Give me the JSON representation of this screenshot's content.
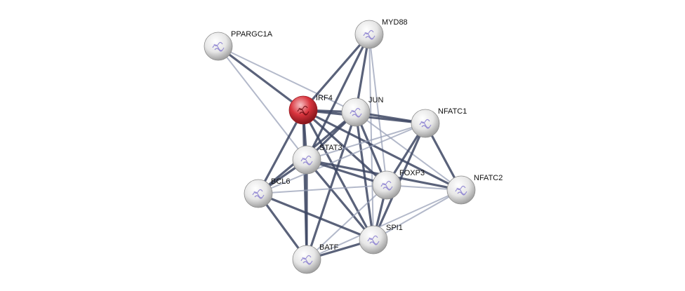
{
  "network": {
    "query_node": "IRF4",
    "colors": {
      "query_node": "#d9343d",
      "node": "#d4d4d4",
      "edge_strong": "#3d4663",
      "edge_weak": "#9aa2b8",
      "label": "#111111"
    },
    "nodes": [
      {
        "id": "PPARGC1A",
        "label": "PPARGC1A",
        "icon": "protein-structure-icon"
      },
      {
        "id": "MYD88",
        "label": "MYD88",
        "icon": "protein-structure-icon"
      },
      {
        "id": "IRF4",
        "label": "IRF4",
        "icon": "protein-structure-icon"
      },
      {
        "id": "JUN",
        "label": "JUN",
        "icon": "protein-structure-icon"
      },
      {
        "id": "NFATC1",
        "label": "NFATC1",
        "icon": "protein-structure-icon"
      },
      {
        "id": "STAT3",
        "label": "STAT3",
        "icon": "protein-structure-icon"
      },
      {
        "id": "FOXP3",
        "label": "FOXP3",
        "icon": "protein-structure-icon"
      },
      {
        "id": "NFATC2",
        "label": "NFATC2",
        "icon": "protein-structure-icon"
      },
      {
        "id": "BCL6",
        "label": "BCL6",
        "icon": "protein-structure-icon"
      },
      {
        "id": "SPI1",
        "label": "SPI1",
        "icon": "protein-structure-icon"
      },
      {
        "id": "BATF",
        "label": "BATF",
        "icon": "protein-structure-icon"
      }
    ],
    "edges": [
      {
        "source": "PPARGC1A",
        "target": "IRF4",
        "strength": "strong"
      },
      {
        "source": "PPARGC1A",
        "target": "JUN",
        "strength": "weak"
      },
      {
        "source": "PPARGC1A",
        "target": "STAT3",
        "strength": "weak"
      },
      {
        "source": "MYD88",
        "target": "IRF4",
        "strength": "strong"
      },
      {
        "source": "MYD88",
        "target": "JUN",
        "strength": "strong"
      },
      {
        "source": "MYD88",
        "target": "STAT3",
        "strength": "strong"
      },
      {
        "source": "MYD88",
        "target": "FOXP3",
        "strength": "weak"
      },
      {
        "source": "MYD88",
        "target": "SPI1",
        "strength": "weak"
      },
      {
        "source": "IRF4",
        "target": "JUN",
        "strength": "strong"
      },
      {
        "source": "IRF4",
        "target": "NFATC1",
        "strength": "strong"
      },
      {
        "source": "IRF4",
        "target": "STAT3",
        "strength": "strong"
      },
      {
        "source": "IRF4",
        "target": "FOXP3",
        "strength": "strong"
      },
      {
        "source": "IRF4",
        "target": "NFATC2",
        "strength": "strong"
      },
      {
        "source": "IRF4",
        "target": "BCL6",
        "strength": "strong"
      },
      {
        "source": "IRF4",
        "target": "SPI1",
        "strength": "strong"
      },
      {
        "source": "IRF4",
        "target": "BATF",
        "strength": "strong"
      },
      {
        "source": "JUN",
        "target": "NFATC1",
        "strength": "strong"
      },
      {
        "source": "JUN",
        "target": "STAT3",
        "strength": "strong"
      },
      {
        "source": "JUN",
        "target": "FOXP3",
        "strength": "strong"
      },
      {
        "source": "JUN",
        "target": "NFATC2",
        "strength": "weak"
      },
      {
        "source": "JUN",
        "target": "BCL6",
        "strength": "strong"
      },
      {
        "source": "JUN",
        "target": "SPI1",
        "strength": "strong"
      },
      {
        "source": "JUN",
        "target": "BATF",
        "strength": "strong"
      },
      {
        "source": "NFATC1",
        "target": "STAT3",
        "strength": "weak"
      },
      {
        "source": "NFATC1",
        "target": "FOXP3",
        "strength": "strong"
      },
      {
        "source": "NFATC1",
        "target": "NFATC2",
        "strength": "strong"
      },
      {
        "source": "NFATC1",
        "target": "SPI1",
        "strength": "strong"
      },
      {
        "source": "NFATC1",
        "target": "BCL6",
        "strength": "weak"
      },
      {
        "source": "STAT3",
        "target": "FOXP3",
        "strength": "strong"
      },
      {
        "source": "STAT3",
        "target": "NFATC2",
        "strength": "strong"
      },
      {
        "source": "STAT3",
        "target": "BCL6",
        "strength": "strong"
      },
      {
        "source": "STAT3",
        "target": "SPI1",
        "strength": "strong"
      },
      {
        "source": "STAT3",
        "target": "BATF",
        "strength": "strong"
      },
      {
        "source": "FOXP3",
        "target": "NFATC2",
        "strength": "weak"
      },
      {
        "source": "FOXP3",
        "target": "SPI1",
        "strength": "strong"
      },
      {
        "source": "FOXP3",
        "target": "BCL6",
        "strength": "weak"
      },
      {
        "source": "FOXP3",
        "target": "BATF",
        "strength": "weak"
      },
      {
        "source": "NFATC2",
        "target": "SPI1",
        "strength": "weak"
      },
      {
        "source": "BCL6",
        "target": "SPI1",
        "strength": "strong"
      },
      {
        "source": "BCL6",
        "target": "BATF",
        "strength": "strong"
      },
      {
        "source": "SPI1",
        "target": "BATF",
        "strength": "strong"
      },
      {
        "source": "NFATC2",
        "target": "BATF",
        "strength": "weak"
      }
    ]
  }
}
